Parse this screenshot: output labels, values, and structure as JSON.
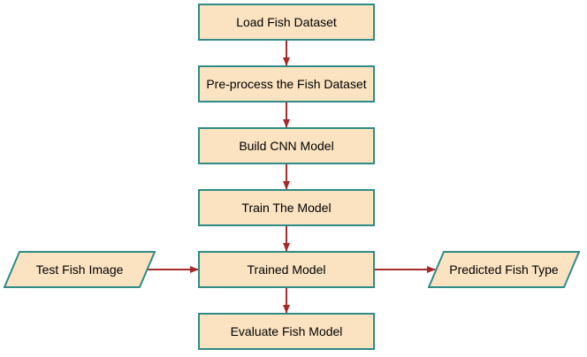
{
  "steps": {
    "load": "Load Fish Dataset",
    "preprocess": "Pre-process the Fish Dataset",
    "build": "Build CNN Model",
    "train": "Train The Model",
    "trained": "Trained Model",
    "evaluate": "Evaluate Fish Model"
  },
  "inputs": {
    "test_image": "Test Fish Image"
  },
  "outputs": {
    "prediction": "Predicted Fish Type"
  },
  "colors": {
    "box_fill": "#fbe3c1",
    "box_border": "#2e8b86",
    "arrow": "#a52a2a"
  }
}
